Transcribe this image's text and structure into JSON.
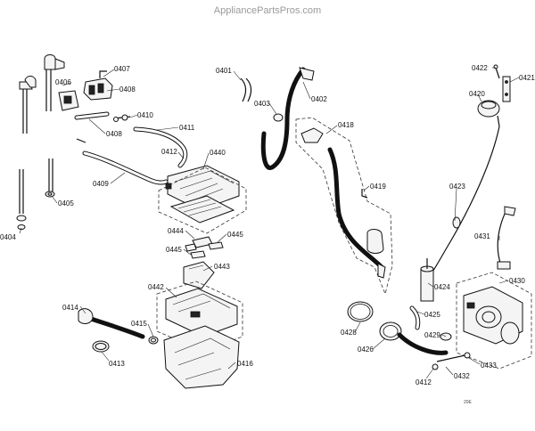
{
  "watermark": "AppliancePartsPros.com",
  "corner_code": "20E",
  "callouts": [
    "0407",
    "0406",
    "0408",
    "0408",
    "0410",
    "0411",
    "0412",
    "0440",
    "0409",
    "0405",
    "0404",
    "0444",
    "0445",
    "0445",
    "0443",
    "0442",
    "0414",
    "0415",
    "0413",
    "0416",
    "0401",
    "0402",
    "0403",
    "0418",
    "0419",
    "0422",
    "0421",
    "0420",
    "0423",
    "0431",
    "0430",
    "0424",
    "0425",
    "0428",
    "0426",
    "0429",
    "0412",
    "0433",
    "0432"
  ]
}
